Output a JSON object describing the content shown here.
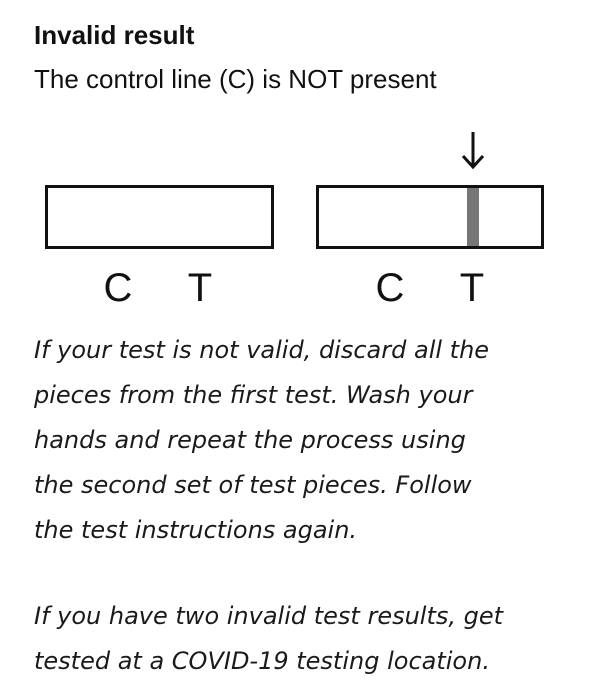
{
  "heading": {
    "title": "Invalid result",
    "subtitle": "The control line (C) is NOT present"
  },
  "diagram": {
    "arrow_icon": "down-arrow-icon",
    "strips": [
      {
        "control_label": "C",
        "test_label": "T",
        "test_line_visible": false
      },
      {
        "control_label": "C",
        "test_label": "T",
        "test_line_visible": true
      }
    ],
    "test_line_color": "#767676"
  },
  "paragraphs": [
    {
      "lines": [
        "If your test is not valid, discard all the",
        "pieces from the first test. Wash your",
        "hands and repeat the process using",
        "the second set of test pieces. Follow",
        "the test instructions again."
      ]
    },
    {
      "lines": [
        "If you have two invalid test results, get",
        "tested at a COVID-19 testing location."
      ]
    }
  ]
}
